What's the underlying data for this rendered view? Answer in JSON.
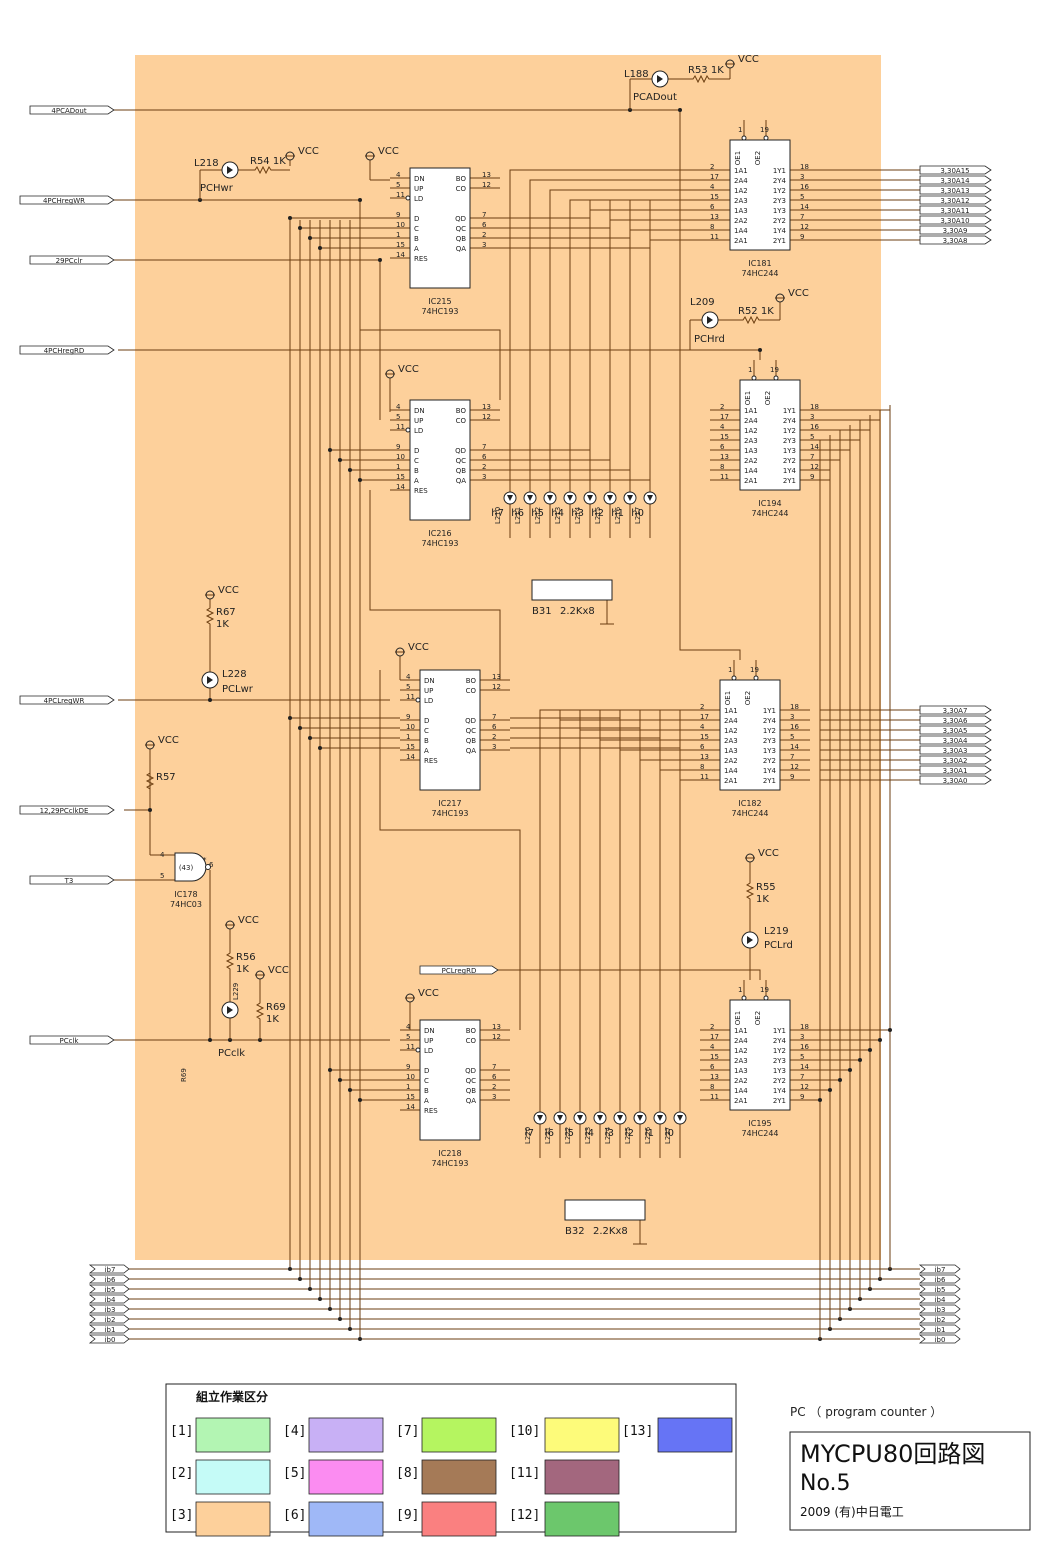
{
  "colors": {
    "area": "#fdd09b",
    "wire": "#6b3d10",
    "legend": [
      "#b3f5b3",
      "#c8b0f5",
      "#b5f560",
      "#fdfb7a",
      "#6674f5",
      "#c5fbf7",
      "#fb8cf1",
      "#a57a57",
      "#a3677e",
      "#fdd09b",
      "#9fb8f7",
      "#fa8080",
      "#6cc76c"
    ]
  },
  "signals": {
    "left": [
      "4PCADout",
      "4PCHregWR",
      "29PCclr",
      "4PCHregRD",
      "4PCLregWR",
      "12,29PCclkDE",
      "T3",
      "PCclk"
    ],
    "pclregrd": "PCLregRD",
    "bus_left": [
      "ib7",
      "ib6",
      "ib5",
      "ib4",
      "ib3",
      "ib2",
      "ib1",
      "ib0"
    ],
    "bus_right": [
      "ib7",
      "ib6",
      "ib5",
      "ib4",
      "ib3",
      "ib2",
      "ib1",
      "ib0"
    ],
    "addr_high": [
      "3,30A15",
      "3,30A14",
      "3,30A13",
      "3,30A12",
      "3,30A11",
      "3,30A10",
      "3,30A9",
      "3,30A8"
    ],
    "addr_low": [
      "3,30A7",
      "3,30A6",
      "3,30A5",
      "3,30A4",
      "3,30A3",
      "3,30A2",
      "3,30A1",
      "3,30A0"
    ]
  },
  "chips": {
    "ic215": {
      "ref": "IC215",
      "part": "74HC193"
    },
    "ic216": {
      "ref": "IC216",
      "part": "74HC193"
    },
    "ic217": {
      "ref": "IC217",
      "part": "74HC193"
    },
    "ic218": {
      "ref": "IC218",
      "part": "74HC193"
    },
    "ic181": {
      "ref": "IC181",
      "part": "74HC244"
    },
    "ic194": {
      "ref": "IC194",
      "part": "74HC244"
    },
    "ic182": {
      "ref": "IC182",
      "part": "74HC244"
    },
    "ic195": {
      "ref": "IC195",
      "part": "74HC244"
    },
    "ic178": {
      "ref": "IC178",
      "part": "74HC03",
      "inner": "(43)"
    }
  },
  "pins193_left": [
    "DN",
    "UP",
    "LD",
    "D",
    "C",
    "B",
    "A",
    "RES"
  ],
  "pins193_left_nums": [
    "4",
    "5",
    "11",
    "9",
    "10",
    "1",
    "15",
    "14"
  ],
  "pins193_right": [
    "BO",
    "CO",
    "QD",
    "QC",
    "QB",
    "QA"
  ],
  "pins193_right_nums": [
    "13",
    "12",
    "7",
    "6",
    "2",
    "3"
  ],
  "pins244_left": [
    "1A1",
    "2A4",
    "1A2",
    "2A3",
    "1A3",
    "2A2",
    "1A4",
    "2A1"
  ],
  "pins244_left_nums": [
    "2",
    "17",
    "4",
    "15",
    "6",
    "13",
    "8",
    "11"
  ],
  "pins244_right": [
    "1Y1",
    "2Y4",
    "1Y2",
    "2Y3",
    "1Y3",
    "2Y2",
    "1Y4",
    "2Y1"
  ],
  "pins244_right_nums": [
    "18",
    "3",
    "16",
    "5",
    "14",
    "7",
    "12",
    "9"
  ],
  "pins244_top": [
    "OE1",
    "OE2"
  ],
  "pins244_top_nums": [
    "1",
    "19"
  ],
  "parts": {
    "vcc": "VCC",
    "l188": "L188",
    "r53": "R53 1K",
    "pcadout": "PCADout",
    "l218": "L218",
    "r54": "R54 1K",
    "pchwr": "PCHwr",
    "l209": "L209",
    "r52": "R52 1K",
    "pchrd": "PCHrd",
    "r67": "R67",
    "r67v": "1K",
    "l228": "L228",
    "pclwr": "PCLwr",
    "r57": "R57",
    "r56": "R56",
    "r56v": "1K",
    "l229": "L229",
    "r69": "R69",
    "r69v": "1K",
    "r69b": "R69",
    "pcclk": "PCclk",
    "r55": "R55",
    "r55v": "1K",
    "l219": "L219",
    "pclrd": "PCLrd",
    "b31": "B31",
    "b31v": "2.2Kx8",
    "b32": "B32",
    "b32v": "2.2Kx8",
    "pin4": "4",
    "pin5": "5",
    "pin6": "6",
    "star": "*"
  },
  "leds_h": [
    "h7",
    "h6",
    "h5",
    "h4",
    "h3",
    "h2",
    "h1",
    "h0"
  ],
  "leds_h_ref": [
    "L210",
    "L211",
    "L212",
    "L213",
    "L214",
    "L215",
    "L216",
    "L217"
  ],
  "leds_l": [
    "l7",
    "l6",
    "l5",
    "l4",
    "l3",
    "l2",
    "l1",
    "l0"
  ],
  "leds_l_ref": [
    "L220",
    "L221",
    "L222",
    "L223",
    "L224",
    "L225",
    "L226",
    "L227"
  ],
  "legend": {
    "title": "組立作業区分",
    "items": [
      "[1]",
      "[4]",
      "[7]",
      "[10]",
      "[13]",
      "[2]",
      "[5]",
      "[8]",
      "[11]",
      "[3]",
      "[6]",
      "[9]",
      "[12]"
    ]
  },
  "title": {
    "caption": "PC （ program counter ）",
    "main1": "MYCPU80回路図",
    "main2": "No.5",
    "year": "2009 (有)中日電工"
  }
}
